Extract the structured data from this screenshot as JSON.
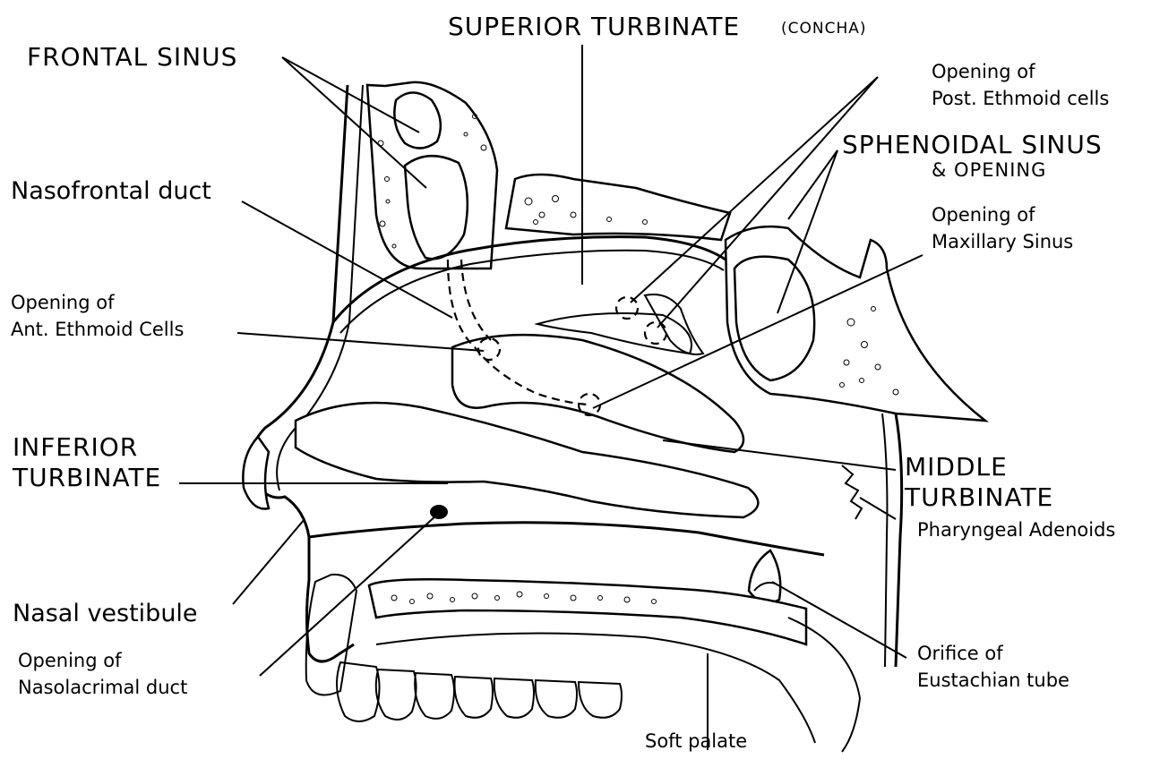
{
  "labels": {
    "frontal_sinus": "FRONTAL SINUS",
    "superior_turbinate": "SUPERIOR TURBINATE",
    "concha": "(CONCHA)",
    "post_ethmoid_1": "Opening of",
    "post_ethmoid_2": "Post. Ethmoid cells",
    "sphenoidal_1": "SPHENOIDAL SINUS",
    "sphenoidal_2": "& OPENING",
    "nasofrontal": "Nasofrontal duct",
    "maxillary_1": "Opening of",
    "maxillary_2": "Maxillary Sinus",
    "ant_ethmoid_1": "Opening of",
    "ant_ethmoid_2": "Ant. Ethmoid Cells",
    "inferior_1": "INFERIOR",
    "inferior_2": "TURBINATE",
    "middle_1": "MIDDLE",
    "middle_2": "TURBINATE",
    "adenoids": "Pharyngeal Adenoids",
    "vestibule": "Nasal vestibule",
    "nasolacrimal_1": "Opening of",
    "nasolacrimal_2": "Nasolacrimal duct",
    "eustachian_1": "Orifice of",
    "eustachian_2": "Eustachian tube",
    "soft_palate": "Soft palate"
  }
}
